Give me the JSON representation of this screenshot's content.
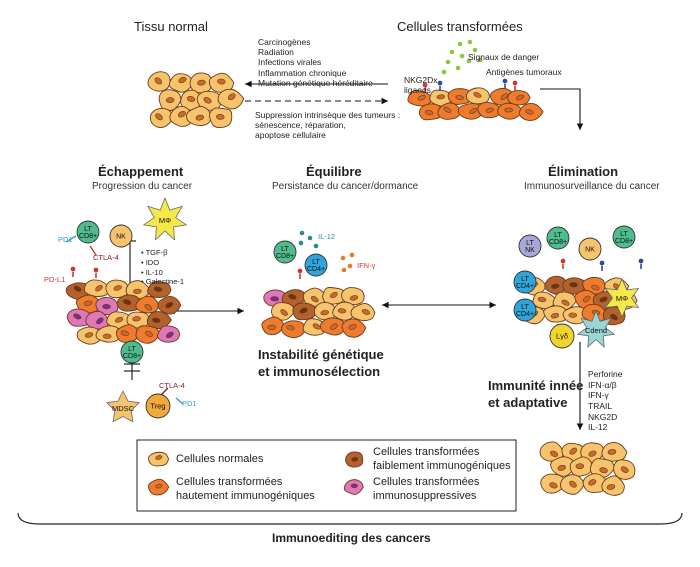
{
  "colors": {
    "normal": "#f7c46e",
    "high": "#ef7b2e",
    "low": "#b3622d",
    "suppress": "#df77b8",
    "nucleus": "#c96a2a",
    "lt_cd8": "#4ebc8c",
    "lt_cd4": "#2fa6da",
    "nk": "#f7c46e",
    "macrophage": "#f5e84a",
    "dendritic": "#9bd6d6",
    "danger": "#8cc63f",
    "mdsc": "#f7c46e"
  },
  "top": {
    "normal_tissue": "Tissu normal",
    "transformed_cells": "Cellules transformées",
    "causes": [
      "Carcinogènes",
      "Radiation",
      "Infections virales",
      "Inflammation chronique",
      "Mutation génétique héréditaire"
    ],
    "suppression": [
      "Suppression intrinsèque des tumeurs :",
      "sénescence, réparation,",
      "apoptose cellulaire"
    ],
    "danger_signals": "Signaux de danger",
    "nkg2d": [
      "NKG2Dx",
      "ligands"
    ],
    "tumor_antigens": "Antigènes tumoraux"
  },
  "phases": {
    "escape": {
      "title": "Échappement",
      "subtitle": "Progression du cancer"
    },
    "equilibrium": {
      "title": "Équilibre",
      "subtitle": "Persistance du cancer/dormance"
    },
    "elimination": {
      "title": "Élimination",
      "subtitle": "Immunosurveillance du cancer"
    }
  },
  "escape": {
    "pd1": "PD1",
    "ctla4": "CTLA-4",
    "pdl1": "PD-L1",
    "lt_cd8": [
      "LT",
      "CD8+"
    ],
    "nk": "NK",
    "mphi": "MΦ",
    "factors": [
      "• TGF-β",
      "• IDO",
      "• IL-10",
      "• Galectine-1"
    ],
    "mdsc": "MDSC",
    "treg": "Treg",
    "treg_ctla4": "CTLA-4",
    "treg_pd1": "PD1"
  },
  "equilibrium": {
    "il12": "IL-12",
    "ifng": "IFN-γ",
    "lt_cd8": [
      "LT",
      "CD8+"
    ],
    "lt_cd4": [
      "LT",
      "CD4+"
    ],
    "caption": [
      "Instabilité génétique",
      "et immunosélection"
    ]
  },
  "elimination": {
    "lt_nk": [
      "LT",
      "NK"
    ],
    "lt_cd8_a": [
      "LT",
      "CD8+"
    ],
    "nk": "NK",
    "lt_cd8_b": [
      "LT",
      "CD8+"
    ],
    "lt_cd4_a": [
      "LT",
      "CD4+"
    ],
    "lt_cd4_b": [
      "LT",
      "CD4+"
    ],
    "mphi": "MΦ",
    "cdend": "Cdend",
    "lyd": "Lγδ",
    "innate": [
      "Immunité innée",
      "et adaptative"
    ],
    "effectors": [
      "Perforine",
      "IFN-α/β",
      "IFN-γ",
      "TRAIL",
      "NKG2D",
      "IL-12"
    ]
  },
  "legend": {
    "normal": "Cellules normales",
    "high": [
      "Cellules transformées",
      "hautement immunogéniques"
    ],
    "low": [
      "Cellules transformées",
      "faiblement immunogéniques"
    ],
    "suppress": [
      "Cellules transformées",
      "immunosuppressives"
    ]
  },
  "footer": "Immunoediting des cancers"
}
